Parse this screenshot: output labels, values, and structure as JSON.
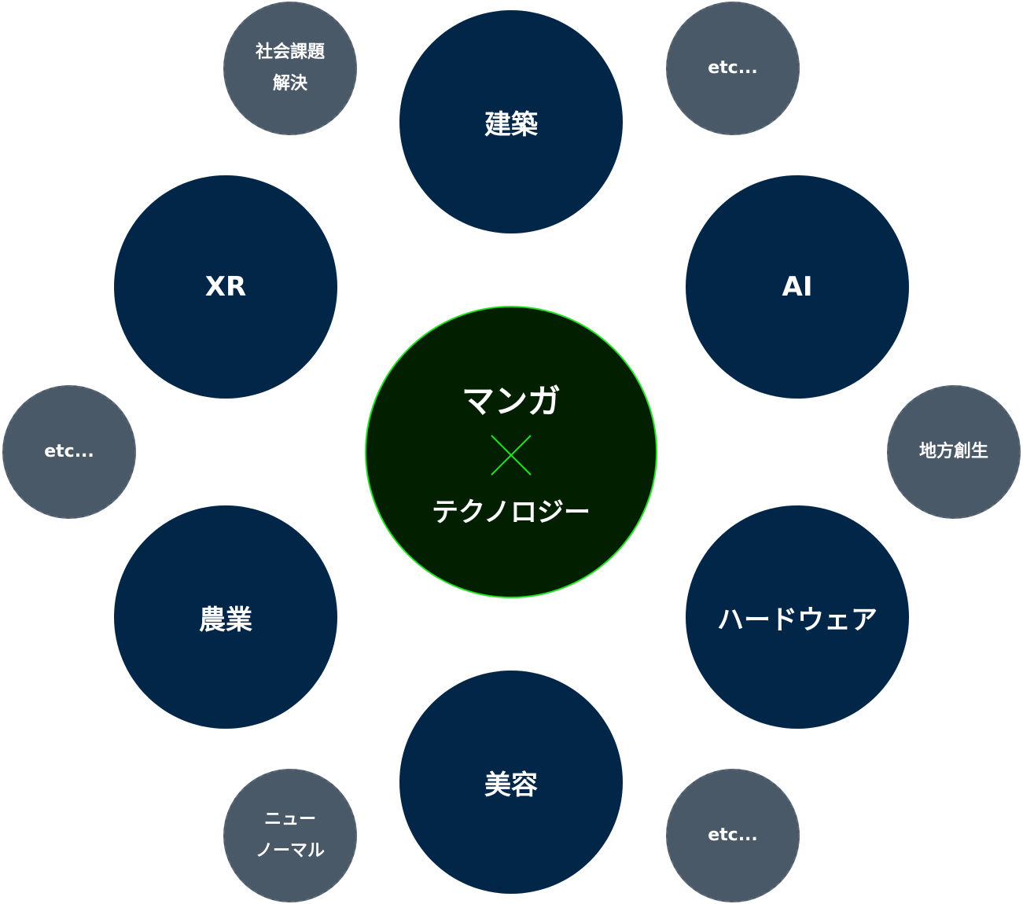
{
  "center": {
    "line1": "マンガ",
    "line2": "テクノロジー",
    "cross_color": "#22e022",
    "fill": "#022000"
  },
  "main_topics": [
    "建築",
    "AI",
    "ハードウェア",
    "美容",
    "農業",
    "XR"
  ],
  "sub_topics": {
    "social": [
      "社会課題",
      "解決"
    ],
    "etc_top": "etc...",
    "regional": "地方創生",
    "etc_bottom": "etc...",
    "new_normal": [
      "ニュー",
      "ノーマル"
    ],
    "etc_left": "etc..."
  },
  "colors": {
    "main": "#012648",
    "sub": "#4a5968"
  }
}
